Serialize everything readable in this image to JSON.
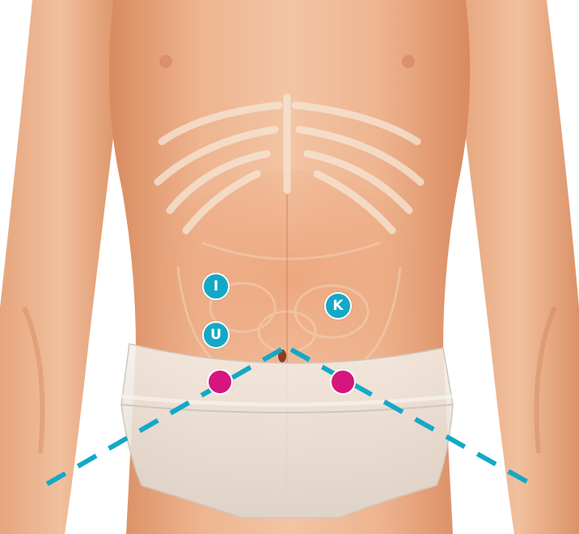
{
  "colors": {
    "marker": "#13a9c6",
    "port": "#d6157e",
    "dashed_line": "#13a9c6",
    "skin_light": "#f2c4a3",
    "skin_mid": "#e7a17a",
    "skin_dark": "#cf7b52",
    "bone": "#f6e7d6",
    "garment": "#e9e3dc"
  },
  "labels": {
    "marker_i": "I",
    "marker_u": "U",
    "marker_k": "K"
  },
  "icons": {
    "port_left": "port-circle-icon",
    "port_right": "port-circle-icon"
  }
}
